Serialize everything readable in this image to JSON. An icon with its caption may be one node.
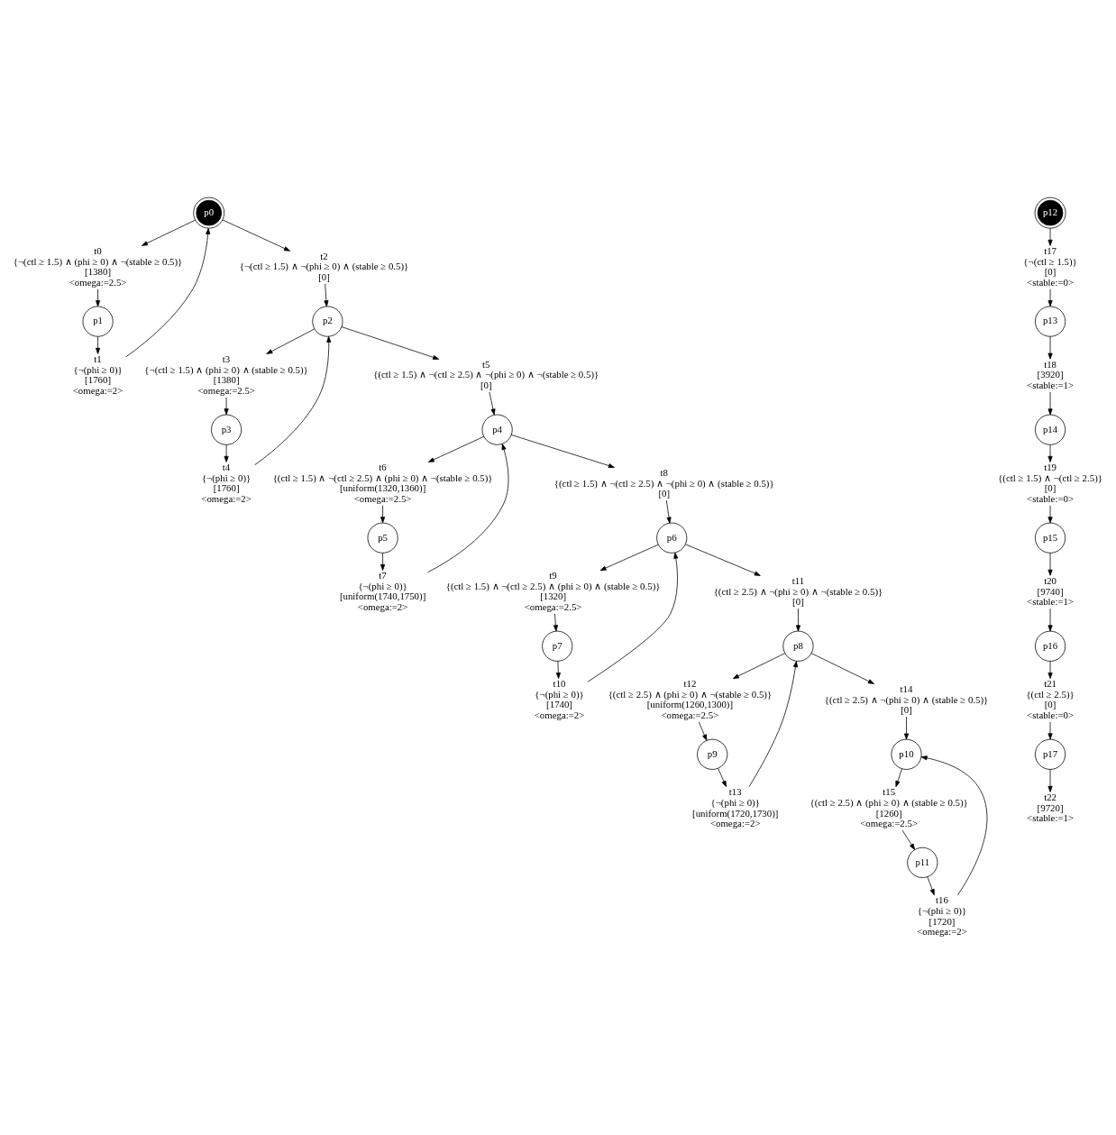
{
  "diagram": {
    "nodes": [
      {
        "text": [
          "p0"
        ]
      },
      {
        "text": [
          "p1"
        ]
      },
      {
        "text": [
          "p2"
        ]
      },
      {
        "text": [
          "p3"
        ]
      },
      {
        "text": [
          "p4"
        ]
      },
      {
        "text": [
          "p5"
        ]
      },
      {
        "text": [
          "p6"
        ]
      },
      {
        "text": [
          "p7"
        ]
      },
      {
        "text": [
          "p8"
        ]
      },
      {
        "text": [
          "p9"
        ]
      },
      {
        "text": [
          "p10"
        ]
      },
      {
        "text": [
          "p11"
        ]
      },
      {
        "text": [
          "p12"
        ]
      },
      {
        "text": [
          "p13"
        ]
      },
      {
        "text": [
          "p14"
        ]
      },
      {
        "text": [
          "p15"
        ]
      },
      {
        "text": [
          "p16"
        ]
      },
      {
        "text": [
          "p17"
        ]
      },
      {
        "text": [
          "t0",
          "{¬(ctl ≥ 1.5) ∧ (phi ≥ 0) ∧ ¬(stable ≥ 0.5)}",
          "[1380]",
          "<omega:=2.5>"
        ]
      },
      {
        "text": [
          "t1",
          "{¬(phi ≥ 0)}",
          "[1760]",
          "<omega:=2>"
        ]
      },
      {
        "text": [
          "t2",
          "{¬(ctl ≥ 1.5) ∧ ¬(phi ≥ 0) ∧ (stable ≥ 0.5)}",
          "[0]"
        ]
      },
      {
        "text": [
          "t3",
          "{¬(ctl ≥ 1.5) ∧ (phi ≥ 0) ∧ (stable ≥ 0.5)}",
          "[1380]",
          "<omega:=2.5>"
        ]
      },
      {
        "text": [
          "t4",
          "{¬(phi ≥ 0)}",
          "[1760]",
          "<omega:=2>"
        ]
      },
      {
        "text": [
          "t5",
          "{(ctl ≥ 1.5) ∧ ¬(ctl ≥ 2.5) ∧ ¬(phi ≥ 0) ∧ ¬(stable ≥ 0.5)}",
          "[0]"
        ]
      },
      {
        "text": [
          "t6",
          "{(ctl ≥ 1.5) ∧ ¬(ctl ≥ 2.5) ∧ (phi ≥ 0) ∧ ¬(stable ≥ 0.5)}",
          "[uniform(1320,1360)]",
          "<omega:=2.5>"
        ]
      },
      {
        "text": [
          "t7",
          "{¬(phi ≥ 0)}",
          "[uniform(1740,1750)]",
          "<omega:=2>"
        ]
      },
      {
        "text": [
          "t8",
          "{(ctl ≥ 1.5) ∧ ¬(ctl ≥ 2.5) ∧ ¬(phi ≥ 0) ∧ (stable ≥ 0.5)}",
          "[0]"
        ]
      },
      {
        "text": [
          "t9",
          "{(ctl ≥ 1.5) ∧ ¬(ctl ≥ 2.5) ∧ (phi ≥ 0) ∧ (stable ≥ 0.5)}",
          "[1320]",
          "<omega:=2.5>"
        ]
      },
      {
        "text": [
          "t10",
          "{¬(phi ≥ 0)}",
          "[1740]",
          "<omega:=2>"
        ]
      },
      {
        "text": [
          "t11",
          "{(ctl ≥ 2.5) ∧ ¬(phi ≥ 0) ∧ ¬(stable ≥ 0.5)}",
          "[0]"
        ]
      },
      {
        "text": [
          "t12",
          "{(ctl ≥ 2.5) ∧ (phi ≥ 0) ∧ ¬(stable ≥ 0.5)}",
          "[uniform(1260,1300)]",
          "<omega:=2.5>"
        ]
      },
      {
        "text": [
          "t13",
          "{¬(phi ≥ 0)}",
          "[uniform(1720,1730)]",
          "<omega:=2>"
        ]
      },
      {
        "text": [
          "t14",
          "{(ctl ≥ 2.5) ∧ ¬(phi ≥ 0) ∧ (stable ≥ 0.5)}",
          "[0]"
        ]
      },
      {
        "text": [
          "t15",
          "{(ctl ≥ 2.5) ∧ (phi ≥ 0) ∧ (stable ≥ 0.5)}",
          "[1260]",
          "<omega:=2.5>"
        ]
      },
      {
        "text": [
          "t16",
          "{¬(phi ≥ 0)}",
          "[1720]",
          "<omega:=2>"
        ]
      },
      {
        "text": [
          "t17",
          "{¬(ctl ≥ 1.5)}",
          "[0]",
          "<stable:=0>"
        ]
      },
      {
        "text": [
          "t18",
          "[3920]",
          "<stable:=1>"
        ]
      },
      {
        "text": [
          "t19",
          "{(ctl ≥ 1.5) ∧ ¬(ctl ≥ 2.5)}",
          "[0]",
          "<stable:=0>"
        ]
      },
      {
        "text": [
          "t20",
          "[9740]",
          "<stable:=1>"
        ]
      },
      {
        "text": [
          "t21",
          "{(ctl ≥ 2.5)}",
          "[0]",
          "<stable:=0>"
        ]
      },
      {
        "text": [
          "t22",
          "[9720]",
          "<stable:=1>"
        ]
      }
    ],
    "edges": [
      {
        "from": 0,
        "to": 20,
        "arrow": "to"
      },
      {
        "from": 20,
        "to": 2,
        "arrow": "to"
      },
      {
        "from": 0,
        "to": 18,
        "arrow": "to"
      },
      {
        "from": 18,
        "to": 1,
        "arrow": "to"
      },
      {
        "from": 1,
        "to": 19,
        "arrow": "to"
      },
      {
        "from": 19,
        "to": 0,
        "arrow": "to"
      },
      {
        "from": 2,
        "to": 21,
        "arrow": "to"
      },
      {
        "from": 21,
        "to": 3,
        "arrow": "to"
      },
      {
        "from": 3,
        "to": 22,
        "arrow": "to"
      },
      {
        "from": 22,
        "to": 2,
        "arrow": "to"
      },
      {
        "from": 2,
        "to": 23,
        "arrow": "to"
      },
      {
        "from": 23,
        "to": 4,
        "arrow": "to"
      },
      {
        "from": 4,
        "to": 26,
        "arrow": "to"
      },
      {
        "from": 26,
        "to": 6,
        "arrow": "to"
      },
      {
        "from": 4,
        "to": 24,
        "arrow": "to"
      },
      {
        "from": 24,
        "to": 5,
        "arrow": "to"
      },
      {
        "from": 5,
        "to": 25,
        "arrow": "to"
      },
      {
        "from": 25,
        "to": 4,
        "arrow": "to"
      },
      {
        "from": 6,
        "to": 27,
        "arrow": "to"
      },
      {
        "from": 27,
        "to": 7,
        "arrow": "to"
      },
      {
        "from": 7,
        "to": 28,
        "arrow": "to"
      },
      {
        "from": 28,
        "to": 6,
        "arrow": "to"
      },
      {
        "from": 6,
        "to": 29,
        "arrow": "to"
      },
      {
        "from": 29,
        "to": 8,
        "arrow": "to"
      },
      {
        "from": 8,
        "to": 32,
        "arrow": "to"
      },
      {
        "from": 32,
        "to": 10,
        "arrow": "to"
      },
      {
        "from": 8,
        "to": 30,
        "arrow": "to"
      },
      {
        "from": 30,
        "to": 9,
        "arrow": "to"
      },
      {
        "from": 9,
        "to": 31,
        "arrow": "to"
      },
      {
        "from": 31,
        "to": 8,
        "arrow": "to"
      },
      {
        "from": 10,
        "to": 33,
        "arrow": "to"
      },
      {
        "from": 33,
        "to": 11,
        "arrow": "to"
      },
      {
        "from": 11,
        "to": 34,
        "arrow": "to"
      },
      {
        "from": 34,
        "to": 10,
        "arrow": "to"
      },
      {
        "from": 12,
        "to": 35,
        "arrow": "to"
      },
      {
        "from": 35,
        "to": 13,
        "arrow": "to"
      },
      {
        "from": 13,
        "to": 36,
        "arrow": "to"
      },
      {
        "from": 36,
        "to": 14,
        "arrow": "to"
      },
      {
        "from": 14,
        "to": 37,
        "arrow": "to"
      },
      {
        "from": 37,
        "to": 15,
        "arrow": "to"
      },
      {
        "from": 15,
        "to": 38,
        "arrow": "to"
      },
      {
        "from": 38,
        "to": 16,
        "arrow": "to"
      },
      {
        "from": 16,
        "to": 39,
        "arrow": "to"
      },
      {
        "from": 39,
        "to": 17,
        "arrow": "to"
      },
      {
        "from": 17,
        "to": 40,
        "arrow": "to"
      }
    ]
  }
}
